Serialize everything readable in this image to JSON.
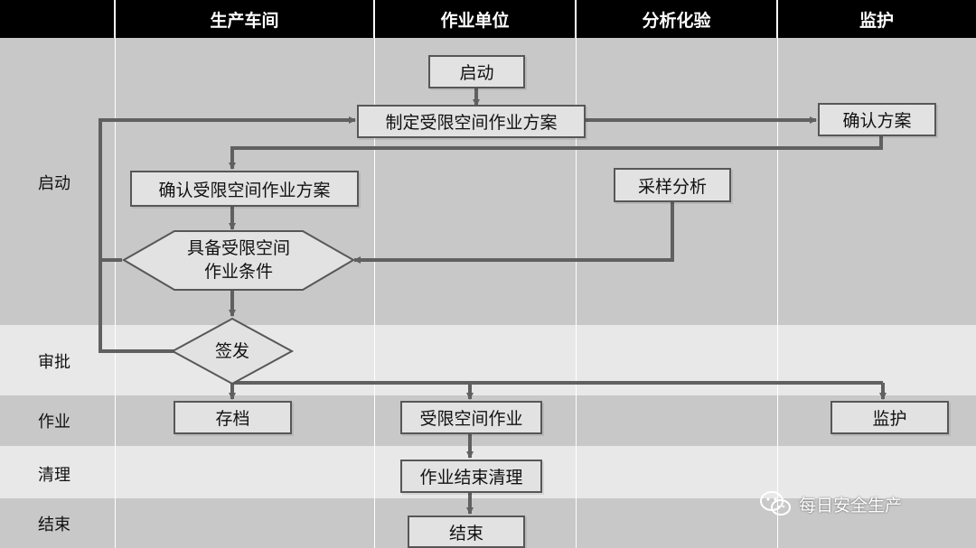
{
  "columns": [
    "",
    "生产车间",
    "作业单位",
    "分析化验",
    "监护"
  ],
  "stages": [
    {
      "label": "启动"
    },
    {
      "label": "审批"
    },
    {
      "label": "作业"
    },
    {
      "label": "清理"
    },
    {
      "label": "结束"
    }
  ],
  "nodes": {
    "start": "启动",
    "plan": "制定受限空间作业方案",
    "confirm_monitor": "确认方案",
    "confirm_workshop": "确认受限空间作业方案",
    "sampling": "采样分析",
    "conditions_line1": "具备受限空间",
    "conditions_line2": "作业条件",
    "sign": "签发",
    "archive": "存档",
    "work": "受限空间作业",
    "monitor": "监护",
    "cleanup": "作业结束清理",
    "end": "结束"
  },
  "watermark": "每日安全生产",
  "colors": {
    "header_bg": "#000000",
    "header_text": "#ffffff",
    "band_dark": "#c8c8c8",
    "band_light": "#e8e8e8",
    "connector": "#606060",
    "box_fill": "#e2e2e2"
  }
}
